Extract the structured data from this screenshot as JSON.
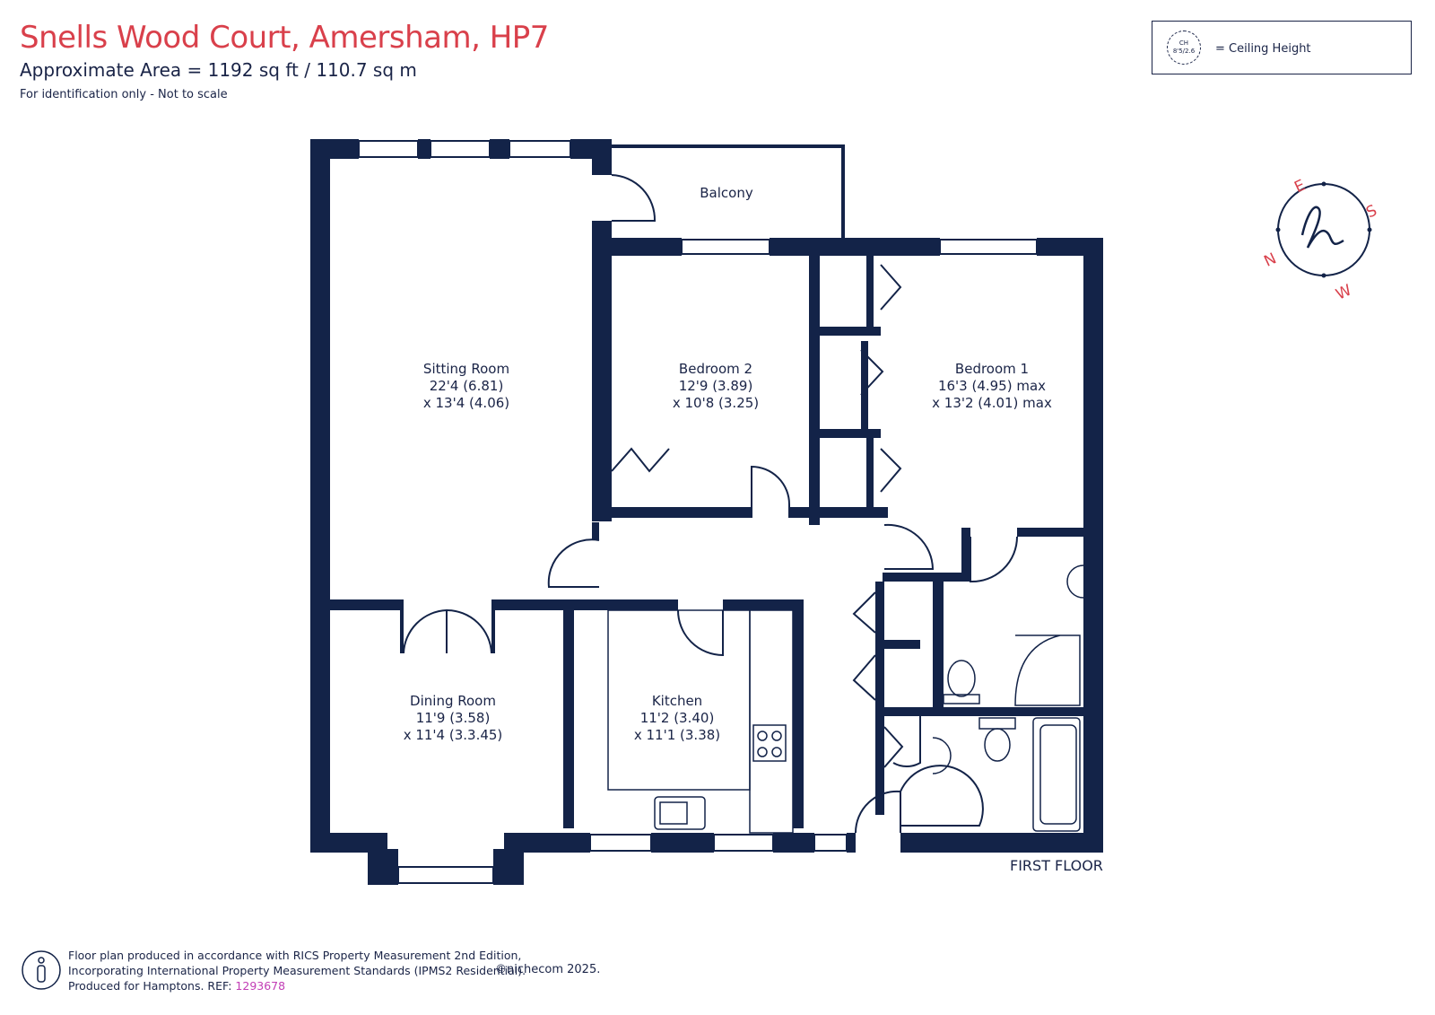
{
  "header": {
    "title": "Snells Wood Court, Amersham, HP7",
    "area": "Approximate Area = 1192  sq ft / 110.7  sq m",
    "disclaimer": "For identification only - Not to scale"
  },
  "legend": {
    "badge_line1": "CH",
    "badge_line2": "8'5/2.6",
    "label": "= Ceiling Height"
  },
  "compass": {
    "letters": [
      "N",
      "E",
      "S",
      "W"
    ],
    "accent": "#d9404b"
  },
  "colors": {
    "wall": "#132348",
    "title": "#d9404b",
    "ref": "#c23db5"
  },
  "rooms": [
    {
      "name": "Sitting Room",
      "dim1": "22'4 (6.81)",
      "dim2": "x 13'4 (4.06)"
    },
    {
      "name": "Bedroom 2",
      "dim1": "12'9 (3.89)",
      "dim2": "x 10'8 (3.25)"
    },
    {
      "name": "Bedroom 1",
      "dim1": "16'3 (4.95) max",
      "dim2": "x 13'2 (4.01) max"
    },
    {
      "name": "Dining Room",
      "dim1": "11'9 (3.58)",
      "dim2": "x 11'4 (3.3.45)"
    },
    {
      "name": "Kitchen",
      "dim1": "11'2 (3.40)",
      "dim2": "x 11'1 (3.38)"
    },
    {
      "name": "Balcony"
    }
  ],
  "floor": "FIRST FLOOR",
  "footer": {
    "line1": "Floor plan produced in accordance with RICS Property Measurement 2nd Edition,",
    "line2": "Incorporating International Property Measurement Standards (IPMS2 Residential).",
    "line3_prefix": "Produced for Hamptons.  REF: ",
    "ref": "1293678",
    "copyright": "©nichecom 2025."
  }
}
